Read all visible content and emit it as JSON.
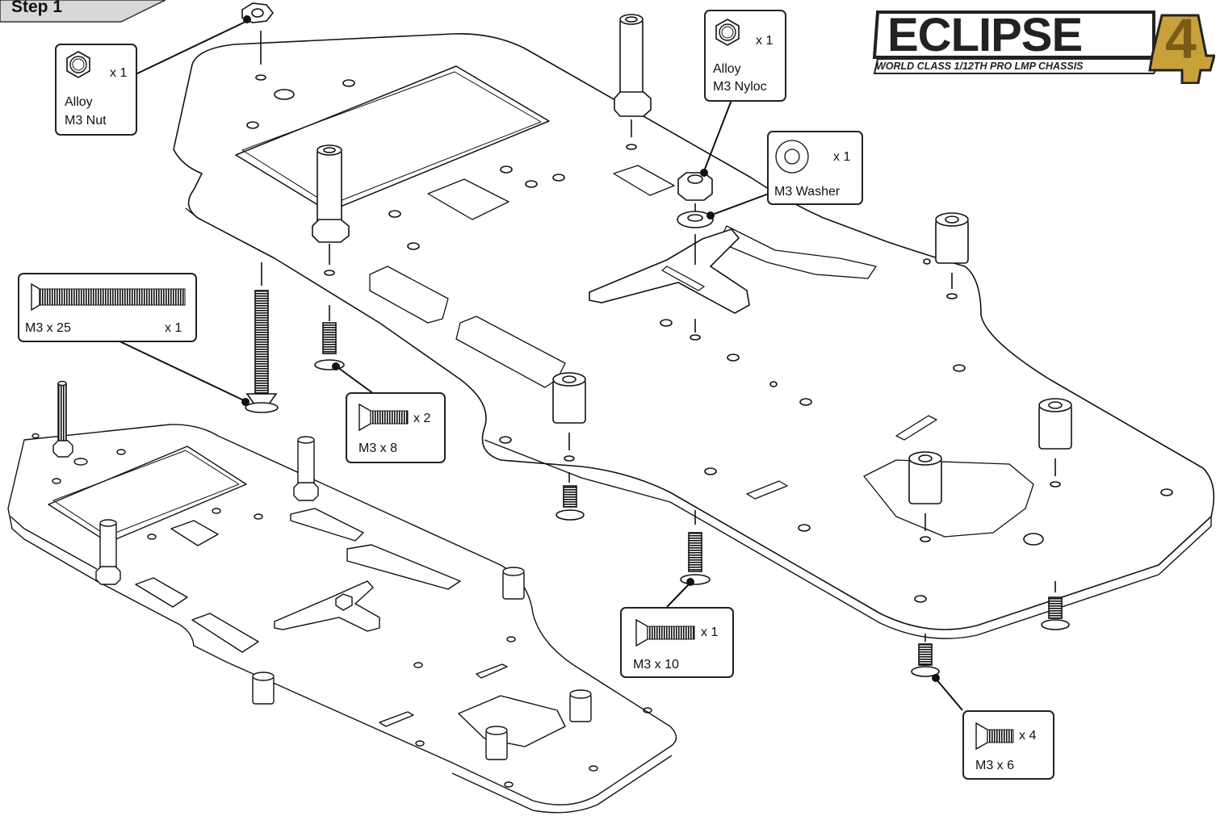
{
  "step": {
    "label": "Step 1"
  },
  "logo": {
    "title": "ECLIPSE",
    "number": "4",
    "subtitle": "WORLD CLASS 1/12TH PRO LMP CHASSIS",
    "colors": {
      "dark": "#222222",
      "gold": "#c9a13a"
    }
  },
  "callouts": {
    "alloy_nut": {
      "qty": "x 1",
      "line1": "Alloy",
      "line2": "M3 Nut",
      "icon": "hex-nut-icon"
    },
    "alloy_nyloc": {
      "qty": "x 1",
      "line1": "Alloy",
      "line2": "M3 Nyloc",
      "icon": "hex-nut-icon"
    },
    "washer": {
      "qty": "x 1",
      "name": "M3 Washer",
      "icon": "washer-icon"
    },
    "screw_m3x25": {
      "size": "M3 x 25",
      "qty": "x 1",
      "icon": "countersunk-screw-icon"
    },
    "screw_m3x8": {
      "size": "M3 x 8",
      "qty": "x 2",
      "icon": "countersunk-screw-icon"
    },
    "screw_m3x10": {
      "size": "M3 x 10",
      "qty": "x 1",
      "icon": "countersunk-screw-icon"
    },
    "screw_m3x6": {
      "size": "M3 x 6",
      "qty": "x 4",
      "icon": "countersunk-screw-icon"
    }
  }
}
